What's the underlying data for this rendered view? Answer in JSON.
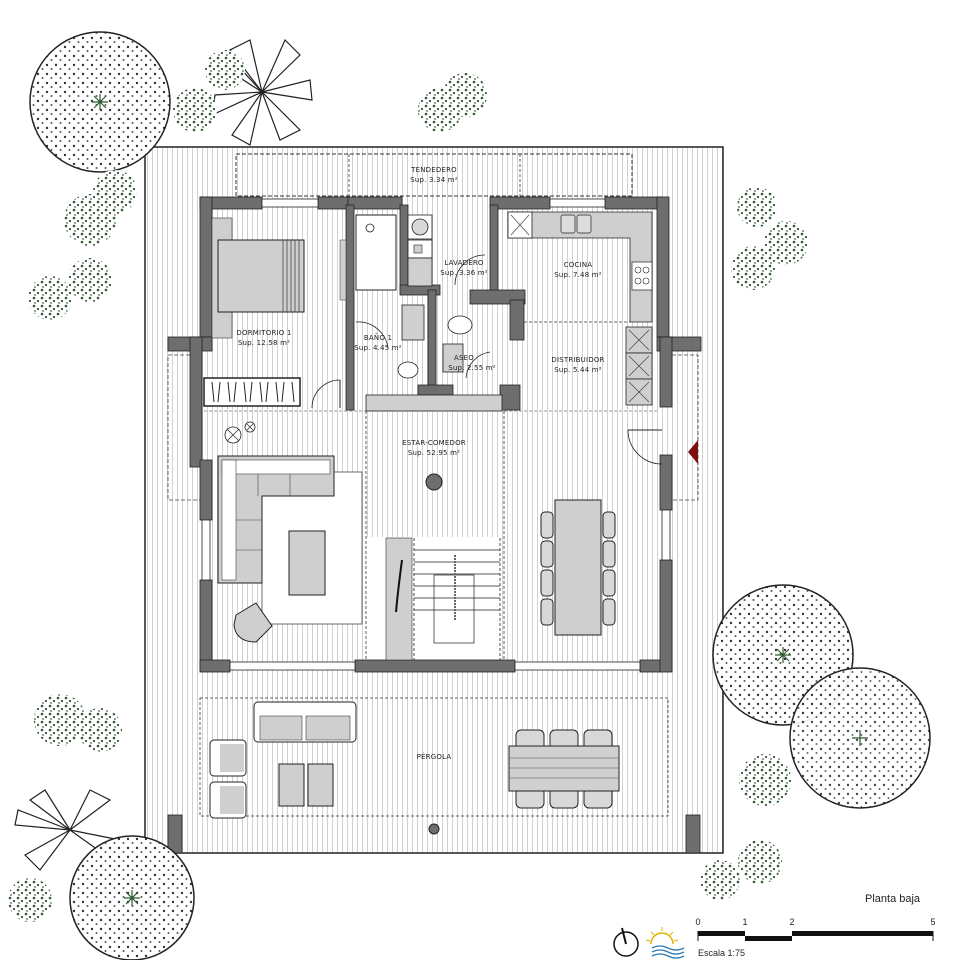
{
  "plan": {
    "title": "Planta baja",
    "scale_caption": "Escala 1:75",
    "scale_ticks": [
      "0",
      "1",
      "2",
      "5"
    ],
    "colors": {
      "wall": "#6e6e6e",
      "furniture": "#cfcfcf",
      "hatch": "#d4d4d4",
      "entrance_marker": "#7a1010",
      "foliage": "#2f5a2f"
    }
  },
  "rooms": {
    "tendedero": {
      "name": "TENDEDERO",
      "area": "Sup. 3.34 m²"
    },
    "lavadero": {
      "name": "LAVADERO",
      "area": "Sup. 3.36 m²"
    },
    "cocina": {
      "name": "COCINA",
      "area": "Sup. 7.48 m²"
    },
    "dormitorio1": {
      "name": "DORMITORIO 1",
      "area": "Sup. 12.58 m²"
    },
    "bano1": {
      "name": "BAÑO 1",
      "area": "Sup. 4.45 m²"
    },
    "aseo": {
      "name": "ASEO",
      "area": "Sup. 2.55 m²"
    },
    "distribuidor": {
      "name": "DISTRIBUIDOR",
      "area": "Sup. 5.44 m²"
    },
    "estar_comedor": {
      "name": "ESTAR-COMEDOR",
      "area": "Sup. 52.95 m²"
    },
    "pergola": {
      "name": "PÉRGOLA"
    }
  }
}
